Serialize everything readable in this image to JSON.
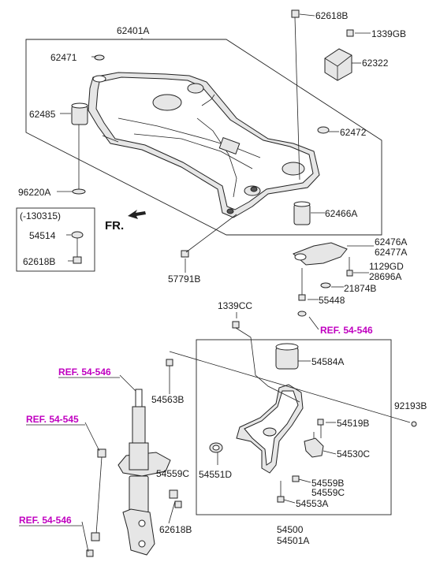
{
  "front_marker": "FR.",
  "note": "(-130315)",
  "labels": {
    "subframe": "62401A",
    "p62618B_top": "62618B",
    "p1339GB": "1339GB",
    "p62322": "62322",
    "p62471": "62471",
    "p62485": "62485",
    "p62472": "62472",
    "p96220A": "96220A",
    "p54514": "54514",
    "p62618B_box": "62618B",
    "p62466A": "62466A",
    "p62476A": "62476A",
    "p62477A": "62477A",
    "p1129GD": "1129GD",
    "p28696A": "28696A",
    "p21874B": "21874B",
    "p57791B": "57791B",
    "p55448": "55448",
    "p1339CC": "1339CC",
    "p54584A": "54584A",
    "p92193B": "92193B",
    "p54563B": "54563B",
    "p54519B": "54519B",
    "p54530C": "54530C",
    "p54551D": "54551D",
    "p54559B": "54559B",
    "p54559C_arm": "54559C",
    "p54553A": "54553A",
    "p54500": "54500",
    "p54501A": "54501A",
    "p54559C_strut": "54559C",
    "p62618B_strut": "62618B"
  },
  "refs": {
    "r1": "REF. 54-546",
    "r2": "REF. 54-546",
    "r3": "REF. 54-545",
    "r4": "REF. 54-546"
  }
}
